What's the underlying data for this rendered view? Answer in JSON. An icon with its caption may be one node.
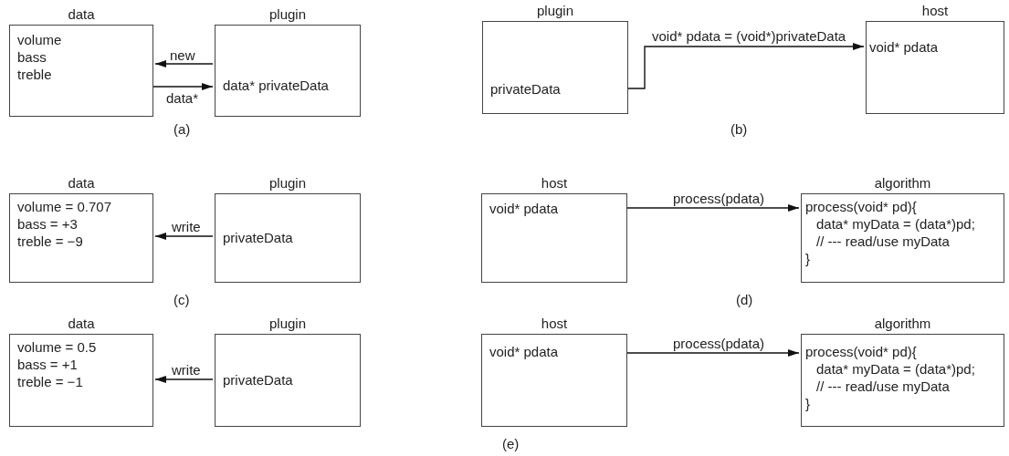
{
  "diagram": {
    "nodes": [
      {
        "text": [
          "data",
          "volume",
          "bass",
          "treble"
        ]
      },
      {
        "text": [
          "plugin",
          "data* privateData"
        ]
      },
      {
        "text": [
          "plugin",
          "privateData"
        ]
      },
      {
        "text": [
          "host",
          "void* pdata"
        ]
      },
      {
        "text": [
          "data",
          "volume = 0.707",
          "bass = +3",
          "treble = −9"
        ]
      },
      {
        "text": [
          "plugin",
          "privateData"
        ]
      },
      {
        "text": [
          "host",
          "void* pdata"
        ]
      },
      {
        "text": [
          "algorithm",
          "process(void* pd){",
          "data* myData = (data*)pd;",
          "// --- read/use myData",
          "}"
        ]
      },
      {
        "text": [
          "data",
          "volume = 0.5",
          "bass = +1",
          "treble = −1"
        ]
      },
      {
        "text": [
          "plugin",
          "privateData"
        ]
      },
      {
        "text": [
          "host",
          "void* pdata"
        ]
      },
      {
        "text": [
          "algorithm",
          "process(void* pd){",
          "data* myData = (data*)pd;",
          "// --- read/use myData",
          "}"
        ]
      }
    ],
    "edges": [
      {
        "from": 1,
        "to": 0,
        "arrow": "to",
        "label": "new"
      },
      {
        "from": 0,
        "to": 1,
        "arrow": "to",
        "label": "data*"
      },
      {
        "from": 2,
        "to": 3,
        "arrow": "to",
        "label": "void* pdata = (void*)privateData"
      },
      {
        "from": 5,
        "to": 4,
        "arrow": "to",
        "label": "write"
      },
      {
        "from": 6,
        "to": 7,
        "arrow": "to",
        "label": "process(pdata)"
      },
      {
        "from": 9,
        "to": 8,
        "arrow": "to",
        "label": "write"
      },
      {
        "from": 10,
        "to": 11,
        "arrow": "to",
        "label": "process(pdata)"
      }
    ],
    "labels": [
      "(a)",
      "(b)",
      "(c)",
      "(d)",
      "(e)"
    ]
  }
}
